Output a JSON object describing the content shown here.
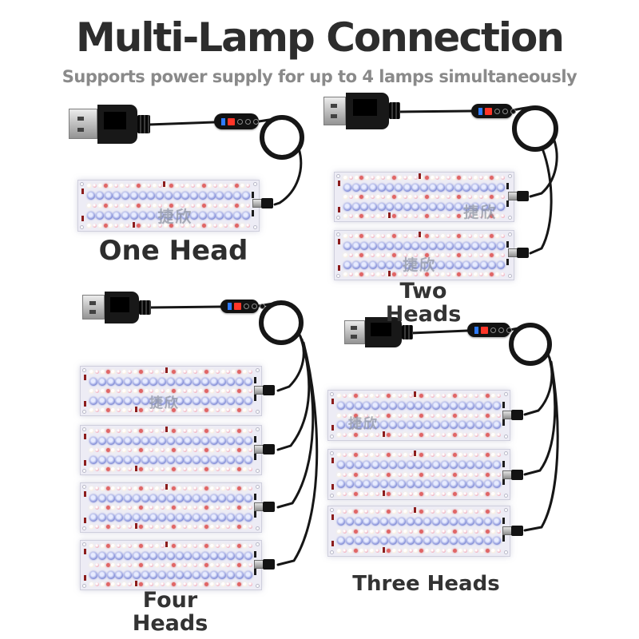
{
  "header": {
    "title": "Multi-Lamp Connection",
    "subtitle": "Supports power supply for up to 4 lamps simultaneously"
  },
  "sections": [
    {
      "id": "one-head",
      "label_lines": [
        "One Head"
      ],
      "lamp_count": 1
    },
    {
      "id": "two-heads",
      "label_lines": [
        "Two",
        "Heads"
      ],
      "lamp_count": 2
    },
    {
      "id": "four-heads",
      "label_lines": [
        "Four",
        "Heads"
      ],
      "lamp_count": 4
    },
    {
      "id": "three-heads",
      "label_lines": [
        "Three Heads"
      ],
      "lamp_count": 3
    }
  ],
  "panel": {
    "watermark": "捷欣",
    "led_rows": [
      {
        "type": "small",
        "count": 30
      },
      {
        "type": "blue",
        "count": 19
      },
      {
        "type": "small",
        "count": 30
      },
      {
        "type": "blue",
        "count": 19
      },
      {
        "type": "small",
        "count": 30
      }
    ],
    "colors": {
      "pcb": "#edecf5",
      "white_led": "#ffffff",
      "pink_led": "#f0a6b6",
      "red_led": "#e06565",
      "blue_led": "#7f8ad6"
    }
  },
  "controller": {
    "buttons": 3,
    "display_blue": "#2e7bff",
    "display_red": "#ff3528"
  },
  "colors": {
    "page_bg": "#ffffff",
    "title": "#2d2d2d",
    "subtitle": "#8a8a8a",
    "label": "#333333",
    "cable": "#161616"
  }
}
